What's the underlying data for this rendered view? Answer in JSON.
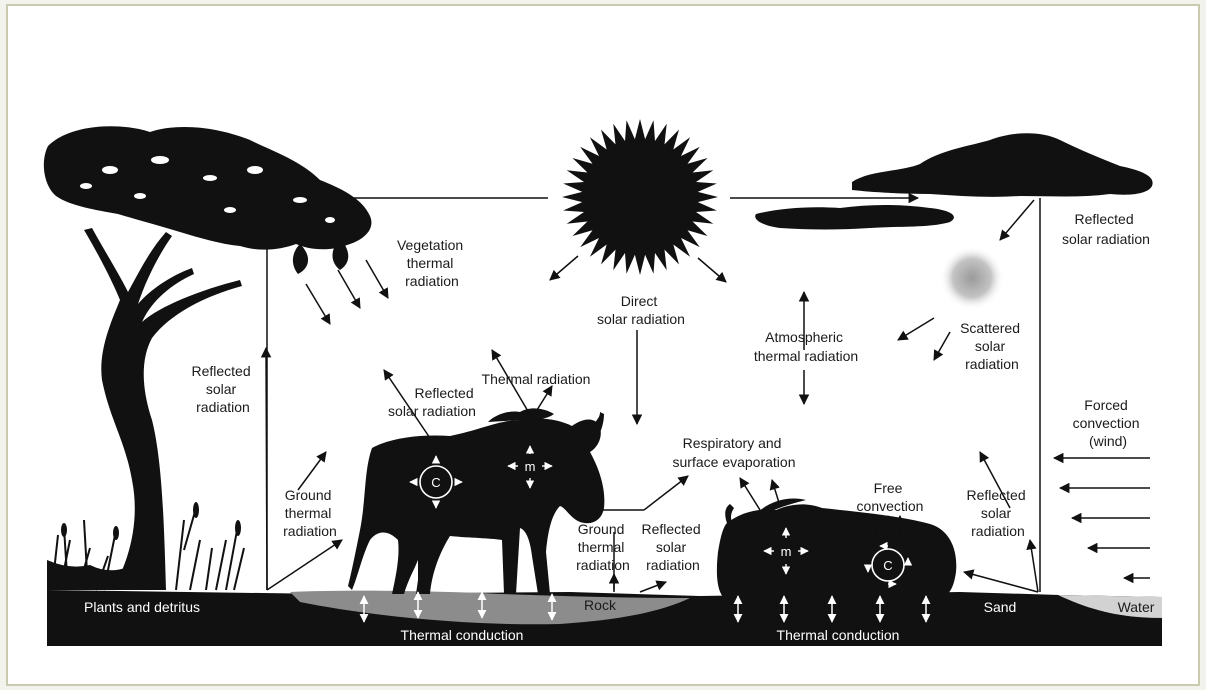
{
  "labels": {
    "vegetation_thermal": [
      "Vegetation",
      "thermal",
      "radiation"
    ],
    "direct_solar": [
      "Direct",
      "solar radiation"
    ],
    "reflected_cloud": [
      "Reflected",
      "solar radiation"
    ],
    "atmospheric": [
      "Atmospheric",
      "thermal radiation"
    ],
    "scattered": [
      "Scattered",
      "solar",
      "radiation"
    ],
    "reflected_tree": [
      "Reflected",
      "solar",
      "radiation"
    ],
    "reflected_animal": [
      "Reflected",
      "solar radiation"
    ],
    "thermal_radiation": "Thermal radiation",
    "respiratory": [
      "Respiratory and",
      "surface evaporation"
    ],
    "forced_convection": [
      "Forced",
      "convection",
      "(wind)"
    ],
    "free_convection": [
      "Free",
      "convection"
    ],
    "ground_thermal_left": [
      "Ground",
      "thermal",
      "radiation"
    ],
    "ground_thermal_mid": [
      "Ground",
      "thermal",
      "radiation"
    ],
    "reflected_mid": [
      "Reflected",
      "solar",
      "radiation"
    ],
    "reflected_sand": [
      "Reflected",
      "solar",
      "radiation"
    ],
    "plants_detritus": "Plants and detritus",
    "rock": "Rock",
    "sand": "Sand",
    "water": "Water",
    "thermal_conduction_left": "Thermal conduction",
    "thermal_conduction_right": "Thermal conduction",
    "metabolism_symbol": "m",
    "convection_symbol": "C"
  },
  "colors": {
    "silhouette": "#111111",
    "rock": "#8c8c8c",
    "water": "#d2d2d2",
    "scatter": "#a9a9a9"
  }
}
